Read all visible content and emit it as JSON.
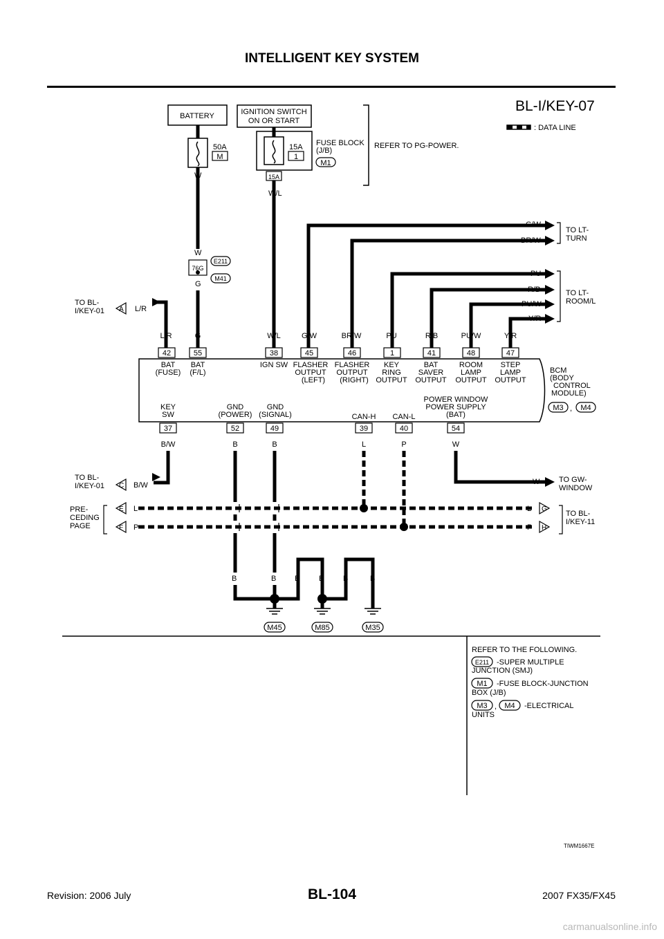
{
  "header": {
    "title": "INTELLIGENT KEY SYSTEM"
  },
  "diagram": {
    "id": "BL-I/KEY-07",
    "legend": ": DATA LINE",
    "boxes": {
      "battery": "BATTERY",
      "ignition_line1": "IGNITION SWITCH",
      "ignition_line2": "ON OR START"
    },
    "fuses": {
      "f50a": "50A",
      "f50a_code": "M",
      "f15a": "15A",
      "f15a_code": "1",
      "f15a_box": "15A"
    },
    "fuse_block": {
      "line1": "FUSE BLOCK",
      "line2": "(J/B)",
      "connector": "M1",
      "refer": "REFER TO PG-POWER."
    },
    "junction": {
      "pin": "76G",
      "conn1": "E211",
      "conn2": "M41"
    },
    "right_refs": {
      "turn_line1": "TO LT-",
      "turn_line2": "TURN",
      "room_line1": "TO LT-",
      "room_line2": "ROOM/L",
      "gw_line1": "TO GW-",
      "gw_line2": "WINDOW",
      "bl11_line1": "TO BL-",
      "bl11_line2": "I/KEY-11"
    },
    "left_refs": {
      "bl01a_line1": "TO BL-",
      "bl01a_line2": "I/KEY-01",
      "bl01c_line1": "TO BL-",
      "bl01c_line2": "I/KEY-01",
      "pre_line1": "PRE-",
      "pre_line2": "CEDING",
      "pre_line3": "PAGE"
    },
    "wires": {
      "w_bat": "W",
      "w_junc": "W",
      "g_junc": "G",
      "wl_ign": "W/L",
      "lr_a": "L/R",
      "bw_c": "B/W",
      "w_gw": "W",
      "l_e": "L",
      "p_f": "P",
      "l_g": "L",
      "p_h": "P",
      "gw_r": "G/W",
      "brw_r": "BR/W",
      "pu_r": "PU",
      "rb_r": "R/B",
      "puw_r": "PU/W",
      "yr_r": "Y/R"
    },
    "arrows": {
      "a": "A",
      "c": "C",
      "e": "E",
      "f": "F",
      "g": "G",
      "h": "H"
    },
    "bcm": {
      "line1": "BCM",
      "line2": "(BODY",
      "line3": "CONTROL",
      "line4": "MODULE)",
      "conn1": "M3",
      "conn2": "M4",
      "comma": ","
    },
    "top_pins": [
      {
        "wire": "L/R",
        "pin": "42",
        "l1": "BAT",
        "l2": "(FUSE)",
        "l3": ""
      },
      {
        "wire": "G",
        "pin": "55",
        "l1": "BAT",
        "l2": "(F/L)",
        "l3": ""
      },
      {
        "wire": "W/L",
        "pin": "38",
        "l1": "IGN SW",
        "l2": "",
        "l3": ""
      },
      {
        "wire": "G/W",
        "pin": "45",
        "l1": "FLASHER",
        "l2": "OUTPUT",
        "l3": "(LEFT)"
      },
      {
        "wire": "BR/W",
        "pin": "46",
        "l1": "FLASHER",
        "l2": "OUTPUT",
        "l3": "(RIGHT)"
      },
      {
        "wire": "PU",
        "pin": "1",
        "l1": "KEY",
        "l2": "RING",
        "l3": "OUTPUT"
      },
      {
        "wire": "R/B",
        "pin": "41",
        "l1": "BAT",
        "l2": "SAVER",
        "l3": "OUTPUT"
      },
      {
        "wire": "PU/W",
        "pin": "48",
        "l1": "ROOM",
        "l2": "LAMP",
        "l3": "OUTPUT"
      },
      {
        "wire": "Y/R",
        "pin": "47",
        "l1": "STEP",
        "l2": "LAMP",
        "l3": "OUTPUT"
      }
    ],
    "bottom_pins": [
      {
        "wire": "B/W",
        "pin": "37",
        "l1": "KEY",
        "l2": "SW",
        "l3": ""
      },
      {
        "wire": "B",
        "pin": "52",
        "l1": "GND",
        "l2": "(POWER)",
        "l3": ""
      },
      {
        "wire": "B",
        "pin": "49",
        "l1": "GND",
        "l2": "(SIGNAL)",
        "l3": ""
      },
      {
        "wire": "L",
        "pin": "39",
        "l1": "",
        "l2": "",
        "l3": "CAN-H"
      },
      {
        "wire": "P",
        "pin": "40",
        "l1": "",
        "l2": "",
        "l3": "CAN-L"
      },
      {
        "wire": "W",
        "pin": "54",
        "l1": "POWER WINDOW",
        "l2": "POWER SUPPLY",
        "l3": "(BAT)"
      }
    ],
    "grounds": {
      "b1": "B",
      "b2": "B",
      "b3": "B",
      "b4": "B",
      "b5": "B",
      "b6": "B",
      "g1": "M45",
      "g2": "M85",
      "g3": "M35"
    },
    "refer_panel": {
      "title": "REFER TO THE FOLLOWING.",
      "c1": "E211",
      "c1_l1": "-SUPER MULTIPLE",
      "c1_l2": "JUNCTION (SMJ)",
      "c2": "M1",
      "c2_l1": "-FUSE BLOCK-JUNCTION",
      "c2_l2": "BOX (J/B)",
      "c3": "M3",
      "c3_comma": ",",
      "c4": "M4",
      "c34_l1": "-ELECTRICAL",
      "c34_l2": "UNITS"
    },
    "figure_code": "TIWM1667E"
  },
  "footer": {
    "revision": "Revision: 2006 July",
    "page": "BL-104",
    "model": "2007 FX35/FX45"
  },
  "watermark": "carmanualsonline.info"
}
